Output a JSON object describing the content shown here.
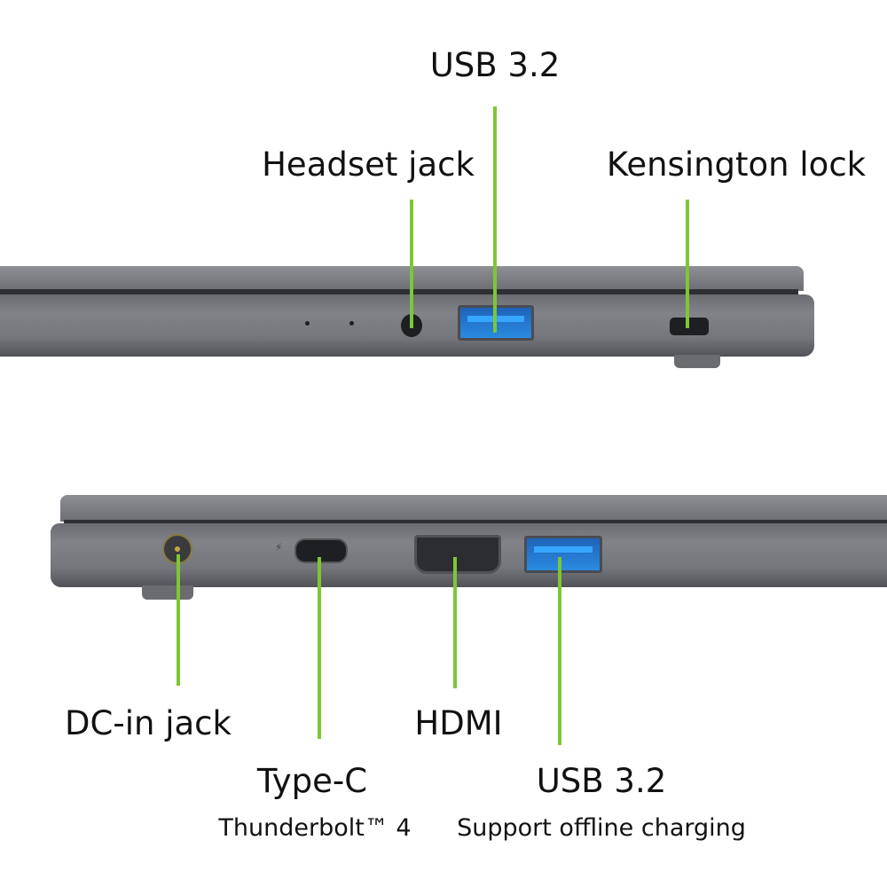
{
  "colors": {
    "callout_line": "#7dc733",
    "usb_port": "#2a8be0",
    "chassis": "#75777c"
  },
  "top_view": {
    "labels": {
      "usb": "USB 3.2",
      "headset": "Headset jack",
      "kensington": "Kensington lock"
    },
    "icons": [
      "power-led-icon",
      "battery-led-icon",
      "headset-icon",
      "usb-icon",
      "lock-icon"
    ]
  },
  "bottom_view": {
    "labels": {
      "dc": "DC-in jack",
      "typec": "Type-C",
      "typec_sub": "Thunderbolt™ 4",
      "hdmi": "HDMI",
      "usb": "USB 3.2",
      "usb_sub": "Support offline charging"
    },
    "icons": [
      "dc-icon",
      "thunderbolt-icon",
      "hdmi-logo-icon",
      "battery-charge-icon"
    ]
  }
}
